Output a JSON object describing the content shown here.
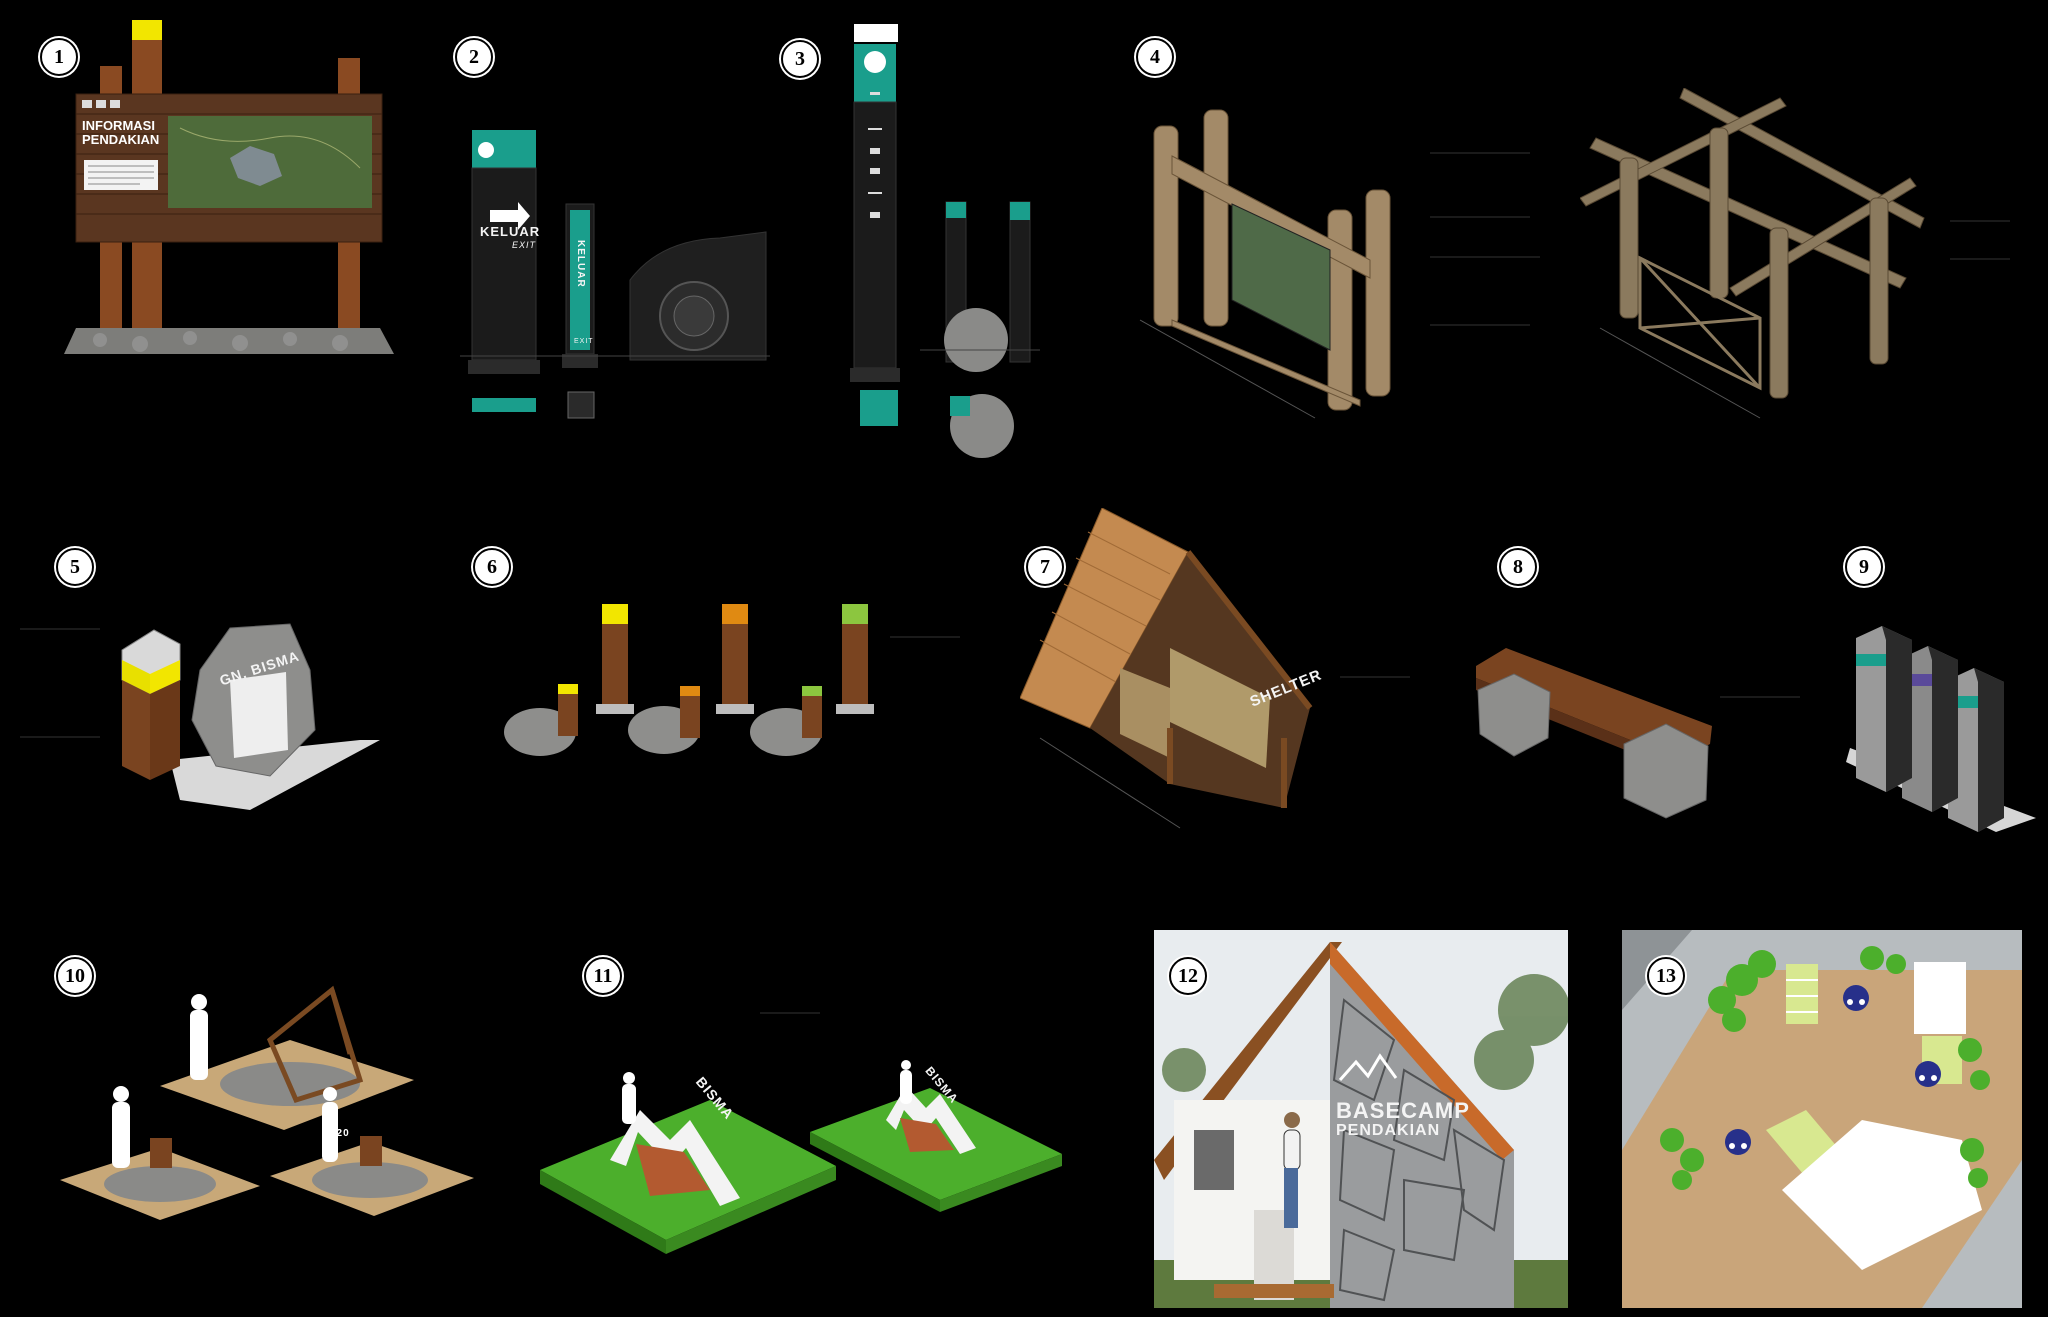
{
  "badges": [
    "1",
    "2",
    "3",
    "4",
    "5",
    "6",
    "7",
    "8",
    "9",
    "10",
    "11",
    "12",
    "13"
  ],
  "sign1": {
    "title_line1": "INFORMASI",
    "title_line2": "PENDAKIAN"
  },
  "sign2": {
    "main_label": "KELUAR",
    "main_sub": "EXIT",
    "pole_label": "KELUAR",
    "pole_sub": "EXIT"
  },
  "sign5": {
    "stone_label": "GN. BISMA"
  },
  "shelter7": {
    "label": "SHELTER"
  },
  "tent10": {
    "mark_a": "320"
  },
  "gate11": {
    "label_a": "BISMA",
    "label_b": "BISMA"
  },
  "basecamp12": {
    "line1": "BASECAMP",
    "line2": "PENDAKIAN"
  },
  "colors": {
    "teal": "#1a9e8c",
    "wood": "#7a4420",
    "grass": "#4caf2c",
    "yellow": "#f2e600",
    "orange": "#e08a12",
    "lime": "#8cc63f"
  },
  "icons": [
    "arrow-right-icon",
    "motorcycle-parking-icon",
    "mountain-logo-icon"
  ]
}
